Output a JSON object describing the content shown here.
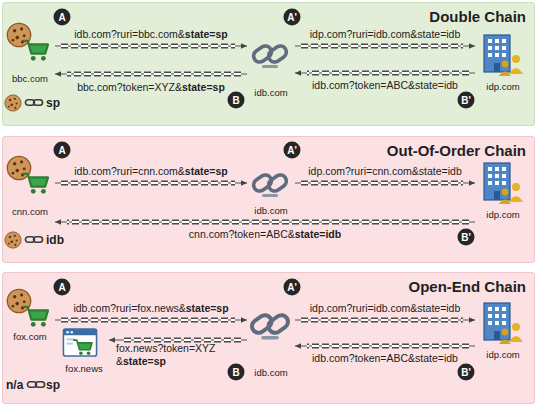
{
  "diagram": {
    "nodes": [
      {
        "text": [
          "Double Chain"
        ]
      },
      {
        "text": [
          "bbc.com"
        ],
        "in": 0
      },
      {
        "text": [
          "idb.com"
        ],
        "in": 0
      },
      {
        "text": [
          "idp.com"
        ],
        "in": 0
      },
      {
        "text": [
          "Out-Of-Order Chain"
        ]
      },
      {
        "text": [
          "cnn.com"
        ],
        "in": 4
      },
      {
        "text": [
          "idb.com"
        ],
        "in": 4
      },
      {
        "text": [
          "idp.com"
        ],
        "in": 4
      },
      {
        "text": [
          "Open-End Chain"
        ]
      },
      {
        "text": [
          "fox.com"
        ],
        "in": 8
      },
      {
        "text": [
          "fox.news"
        ],
        "in": 8
      },
      {
        "text": [
          "idb.com"
        ],
        "in": 8
      },
      {
        "text": [
          "idp.com"
        ],
        "in": 8
      }
    ],
    "edges": [
      {
        "from": 1,
        "to": 2,
        "arrow": "to",
        "label": "idb.com?ruri=bbc.com&state=sp"
      },
      {
        "from": 2,
        "to": 3,
        "arrow": "to",
        "label": "idp.com?ruri=idb.com&state=idb"
      },
      {
        "from": 3,
        "to": 2,
        "arrow": "to",
        "label": "idb.com?token=ABC&state=idb"
      },
      {
        "from": 2,
        "to": 1,
        "arrow": "to",
        "label": "bbc.com?token=XYZ&state=sp"
      },
      {
        "from": 5,
        "to": 6,
        "arrow": "to",
        "label": "idb.com?ruri=cnn.com&state=sp"
      },
      {
        "from": 6,
        "to": 7,
        "arrow": "to",
        "label": "idp.com?ruri=cnn.com&state=idb"
      },
      {
        "from": 7,
        "to": 5,
        "arrow": "to",
        "label": "cnn.com?token=ABC&state=idb"
      },
      {
        "from": 9,
        "to": 11,
        "arrow": "to",
        "label": "idb.com?ruri=fox.news&state=sp"
      },
      {
        "from": 11,
        "to": 12,
        "arrow": "to",
        "label": "idp.com?ruri=idb.com&state=idb"
      },
      {
        "from": 12,
        "to": 11,
        "arrow": "to",
        "label": "idb.com?token=ABC&state=idb"
      },
      {
        "from": 11,
        "to": 10,
        "arrow": "to",
        "label": "fox.news?token=XYZ &state=sp"
      }
    ],
    "labels": [
      "A",
      "A'",
      "B",
      "B'",
      "sp",
      "A",
      "A'",
      "B'",
      "idb",
      "A",
      "A'",
      "B",
      "B'",
      "n/a",
      "sp"
    ]
  }
}
